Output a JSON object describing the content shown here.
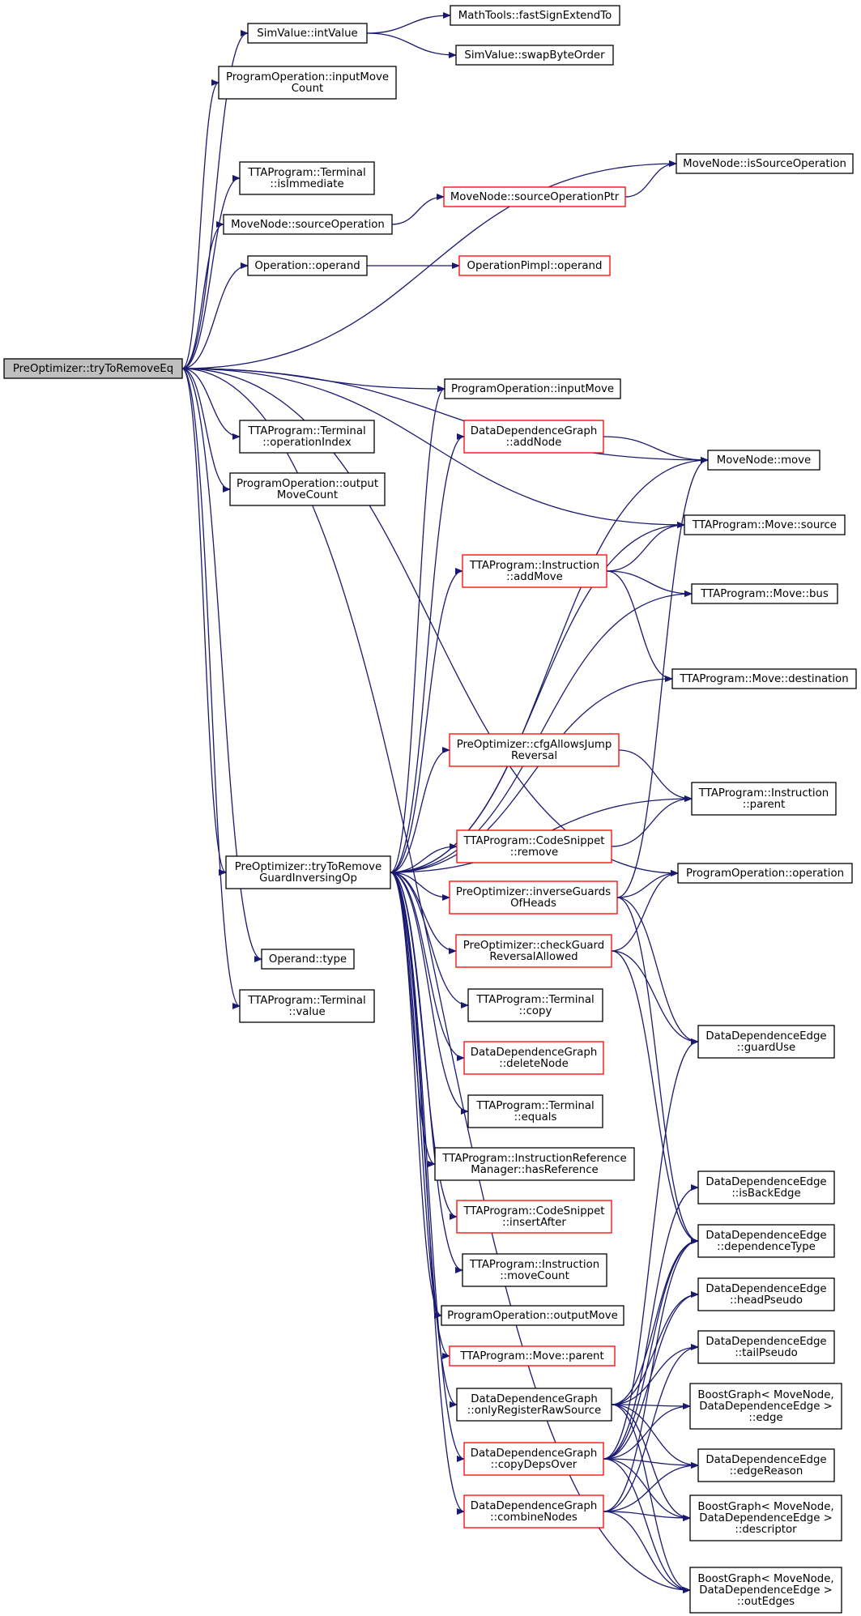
{
  "colors": {
    "edge": "#191970",
    "normal_border": "#000000",
    "red_border": "#ff0000",
    "root_fill": "#bfbfbf"
  },
  "nodes": [
    {
      "id": "root",
      "lines": [
        "PreOptimizer::tryToRemoveEq"
      ],
      "style": "root"
    },
    {
      "id": "n1",
      "lines": [
        "SimValue::intValue"
      ],
      "style": "normal"
    },
    {
      "id": "n2",
      "lines": [
        "MathTools::fastSignExtendTo"
      ],
      "style": "normal"
    },
    {
      "id": "n3",
      "lines": [
        "SimValue::swapByteOrder"
      ],
      "style": "normal"
    },
    {
      "id": "n4",
      "lines": [
        "ProgramOperation::inputMove",
        "Count"
      ],
      "style": "normal"
    },
    {
      "id": "n5",
      "lines": [
        "MoveNode::isSourceOperation"
      ],
      "style": "normal"
    },
    {
      "id": "n6",
      "lines": [
        "TTAProgram::Terminal",
        "::isImmediate"
      ],
      "style": "normal"
    },
    {
      "id": "n7",
      "lines": [
        "MoveNode::sourceOperationPtr"
      ],
      "style": "red"
    },
    {
      "id": "n8",
      "lines": [
        "MoveNode::sourceOperation"
      ],
      "style": "normal"
    },
    {
      "id": "n9",
      "lines": [
        "Operation::operand"
      ],
      "style": "normal"
    },
    {
      "id": "n10",
      "lines": [
        "OperationPimpl::operand"
      ],
      "style": "red"
    },
    {
      "id": "n11",
      "lines": [
        "ProgramOperation::inputMove"
      ],
      "style": "normal"
    },
    {
      "id": "n12",
      "lines": [
        "DataDependenceGraph",
        "::addNode"
      ],
      "style": "red"
    },
    {
      "id": "n13",
      "lines": [
        "MoveNode::move"
      ],
      "style": "normal"
    },
    {
      "id": "n14",
      "lines": [
        "TTAProgram::Terminal",
        "::operationIndex"
      ],
      "style": "normal"
    },
    {
      "id": "n15",
      "lines": [
        "ProgramOperation::output",
        "MoveCount"
      ],
      "style": "normal"
    },
    {
      "id": "n16",
      "lines": [
        "TTAProgram::Move::source"
      ],
      "style": "normal"
    },
    {
      "id": "n17",
      "lines": [
        "TTAProgram::Instruction",
        "::addMove"
      ],
      "style": "red"
    },
    {
      "id": "n18",
      "lines": [
        "TTAProgram::Move::bus"
      ],
      "style": "normal"
    },
    {
      "id": "n19",
      "lines": [
        "TTAProgram::Move::destination"
      ],
      "style": "normal"
    },
    {
      "id": "n20",
      "lines": [
        "PreOptimizer::cfgAllowsJump",
        "Reversal"
      ],
      "style": "red"
    },
    {
      "id": "n21",
      "lines": [
        "TTAProgram::Instruction",
        "::parent"
      ],
      "style": "normal"
    },
    {
      "id": "n22",
      "lines": [
        "TTAProgram::CodeSnippet",
        "::remove"
      ],
      "style": "red"
    },
    {
      "id": "n23",
      "lines": [
        "PreOptimizer::tryToRemove",
        "GuardInversingOp"
      ],
      "style": "normal"
    },
    {
      "id": "n24",
      "lines": [
        "ProgramOperation::operation"
      ],
      "style": "normal"
    },
    {
      "id": "n25",
      "lines": [
        "PreOptimizer::inverseGuards",
        "OfHeads"
      ],
      "style": "red"
    },
    {
      "id": "n26",
      "lines": [
        "PreOptimizer::checkGuard",
        "ReversalAllowed"
      ],
      "style": "red"
    },
    {
      "id": "n27",
      "lines": [
        "Operand::type"
      ],
      "style": "normal"
    },
    {
      "id": "n28",
      "lines": [
        "TTAProgram::Terminal",
        "::copy"
      ],
      "style": "normal"
    },
    {
      "id": "n29",
      "lines": [
        "TTAProgram::Terminal",
        "::value"
      ],
      "style": "normal"
    },
    {
      "id": "n30",
      "lines": [
        "DataDependenceEdge",
        "::guardUse"
      ],
      "style": "normal"
    },
    {
      "id": "n31",
      "lines": [
        "DataDependenceGraph",
        "::deleteNode"
      ],
      "style": "red"
    },
    {
      "id": "n32",
      "lines": [
        "TTAProgram::Terminal",
        "::equals"
      ],
      "style": "normal"
    },
    {
      "id": "n33",
      "lines": [
        "TTAProgram::InstructionReference",
        "Manager::hasReference"
      ],
      "style": "normal"
    },
    {
      "id": "n34",
      "lines": [
        "DataDependenceEdge",
        "::isBackEdge"
      ],
      "style": "normal"
    },
    {
      "id": "n35",
      "lines": [
        "TTAProgram::CodeSnippet",
        "::insertAfter"
      ],
      "style": "red"
    },
    {
      "id": "n36",
      "lines": [
        "DataDependenceEdge",
        "::dependenceType"
      ],
      "style": "normal"
    },
    {
      "id": "n37",
      "lines": [
        "TTAProgram::Instruction",
        "::moveCount"
      ],
      "style": "normal"
    },
    {
      "id": "n38",
      "lines": [
        "DataDependenceEdge",
        "::headPseudo"
      ],
      "style": "normal"
    },
    {
      "id": "n39",
      "lines": [
        "ProgramOperation::outputMove"
      ],
      "style": "normal"
    },
    {
      "id": "n40",
      "lines": [
        "TTAProgram::Move::parent"
      ],
      "style": "red"
    },
    {
      "id": "n41",
      "lines": [
        "DataDependenceEdge",
        "::tailPseudo"
      ],
      "style": "normal"
    },
    {
      "id": "n42",
      "lines": [
        "DataDependenceGraph",
        "::onlyRegisterRawSource"
      ],
      "style": "normal"
    },
    {
      "id": "n43",
      "lines": [
        "BoostGraph< MoveNode,",
        "DataDependenceEdge >",
        "::edge"
      ],
      "style": "normal"
    },
    {
      "id": "n44",
      "lines": [
        "DataDependenceGraph",
        "::copyDepsOver"
      ],
      "style": "red"
    },
    {
      "id": "n45",
      "lines": [
        "DataDependenceEdge",
        "::edgeReason"
      ],
      "style": "normal"
    },
    {
      "id": "n46",
      "lines": [
        "DataDependenceGraph",
        "::combineNodes"
      ],
      "style": "red"
    },
    {
      "id": "n47",
      "lines": [
        "BoostGraph< MoveNode,",
        "DataDependenceEdge >",
        "::descriptor"
      ],
      "style": "normal"
    },
    {
      "id": "n48",
      "lines": [
        "BoostGraph< MoveNode,",
        "DataDependenceEdge >",
        "::outEdges"
      ],
      "style": "normal"
    }
  ],
  "edges": [
    [
      "root",
      "n1"
    ],
    [
      "root",
      "n4"
    ],
    [
      "root",
      "n5"
    ],
    [
      "root",
      "n6"
    ],
    [
      "root",
      "n8"
    ],
    [
      "root",
      "n9"
    ],
    [
      "root",
      "n13"
    ],
    [
      "root",
      "n11"
    ],
    [
      "root",
      "n16"
    ],
    [
      "root",
      "n14"
    ],
    [
      "root",
      "n15"
    ],
    [
      "root",
      "n24"
    ],
    [
      "root",
      "n23"
    ],
    [
      "root",
      "n27"
    ],
    [
      "root",
      "n29"
    ],
    [
      "root",
      "n48"
    ],
    [
      "n1",
      "n2"
    ],
    [
      "n1",
      "n3"
    ],
    [
      "n8",
      "n7"
    ],
    [
      "n7",
      "n5"
    ],
    [
      "n9",
      "n10"
    ],
    [
      "n23",
      "n11"
    ],
    [
      "n23",
      "n12"
    ],
    [
      "n23",
      "n13"
    ],
    [
      "n23",
      "n16"
    ],
    [
      "n23",
      "n17"
    ],
    [
      "n23",
      "n18"
    ],
    [
      "n23",
      "n19"
    ],
    [
      "n23",
      "n20"
    ],
    [
      "n23",
      "n21"
    ],
    [
      "n23",
      "n22"
    ],
    [
      "n23",
      "n25"
    ],
    [
      "n23",
      "n26"
    ],
    [
      "n23",
      "n28"
    ],
    [
      "n23",
      "n31"
    ],
    [
      "n23",
      "n32"
    ],
    [
      "n23",
      "n33"
    ],
    [
      "n23",
      "n35"
    ],
    [
      "n23",
      "n37"
    ],
    [
      "n23",
      "n39"
    ],
    [
      "n23",
      "n40"
    ],
    [
      "n23",
      "n42"
    ],
    [
      "n23",
      "n44"
    ],
    [
      "n23",
      "n46"
    ],
    [
      "n12",
      "n13"
    ],
    [
      "n17",
      "n16"
    ],
    [
      "n17",
      "n18"
    ],
    [
      "n17",
      "n19"
    ],
    [
      "n20",
      "n21"
    ],
    [
      "n22",
      "n21"
    ],
    [
      "n25",
      "n13"
    ],
    [
      "n25",
      "n24"
    ],
    [
      "n25",
      "n30"
    ],
    [
      "n25",
      "n36"
    ],
    [
      "n26",
      "n24"
    ],
    [
      "n26",
      "n30"
    ],
    [
      "n26",
      "n36"
    ],
    [
      "n42",
      "n36"
    ],
    [
      "n42",
      "n38"
    ],
    [
      "n42",
      "n41"
    ],
    [
      "n42",
      "n43"
    ],
    [
      "n42",
      "n45"
    ],
    [
      "n42",
      "n47"
    ],
    [
      "n42",
      "n48"
    ],
    [
      "n44",
      "n30"
    ],
    [
      "n44",
      "n34"
    ],
    [
      "n44",
      "n36"
    ],
    [
      "n44",
      "n38"
    ],
    [
      "n44",
      "n43"
    ],
    [
      "n44",
      "n45"
    ],
    [
      "n44",
      "n47"
    ],
    [
      "n44",
      "n48"
    ],
    [
      "n46",
      "n36"
    ],
    [
      "n46",
      "n41"
    ],
    [
      "n46",
      "n45"
    ],
    [
      "n46",
      "n47"
    ],
    [
      "n46",
      "n48"
    ]
  ]
}
